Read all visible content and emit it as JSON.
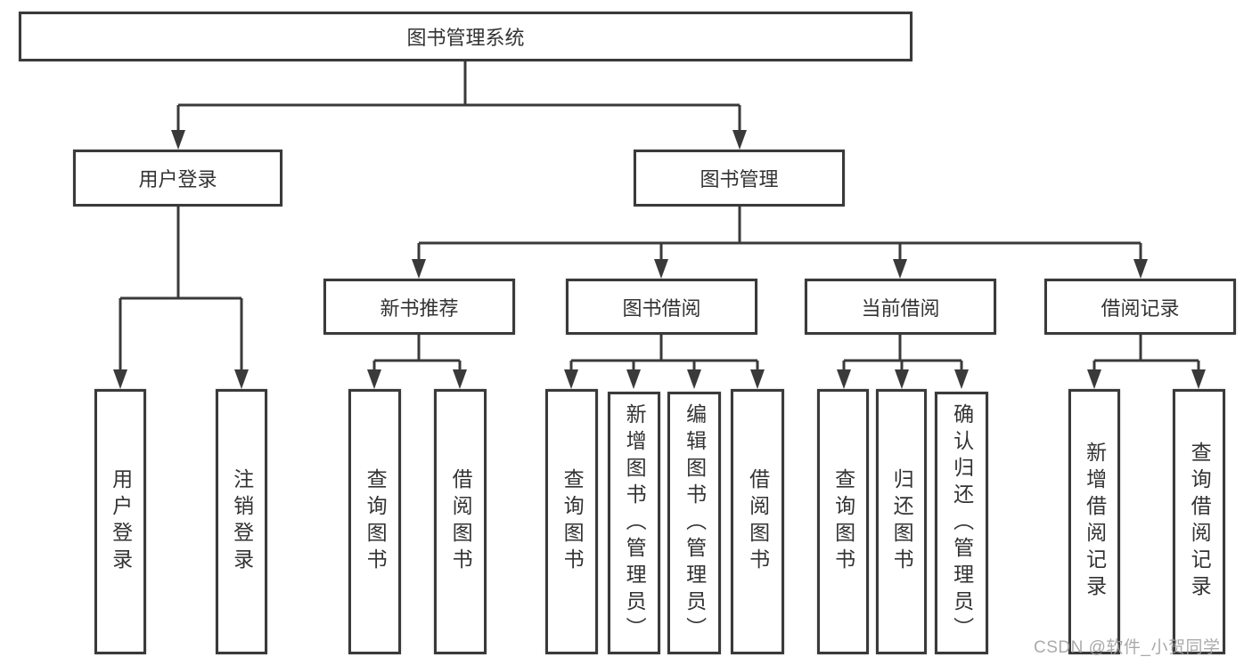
{
  "diagram": {
    "root": {
      "label": "图书管理系统"
    },
    "level2": [
      {
        "id": "user-login",
        "label": "用户登录"
      },
      {
        "id": "book-management",
        "label": "图书管理"
      }
    ],
    "level3": [
      {
        "id": "new-book-recommend",
        "label": "新书推荐"
      },
      {
        "id": "book-borrow",
        "label": "图书借阅"
      },
      {
        "id": "current-borrow",
        "label": "当前借阅"
      },
      {
        "id": "borrow-record",
        "label": "借阅记录"
      }
    ],
    "leaves": [
      {
        "id": "leaf-user-login",
        "parent": "user-login",
        "label": "用户登录"
      },
      {
        "id": "leaf-logout",
        "parent": "user-login",
        "label": "注销登录"
      },
      {
        "id": "leaf-query-book-1",
        "parent": "new-book-recommend",
        "label": "查询图书"
      },
      {
        "id": "leaf-borrow-book-1",
        "parent": "new-book-recommend",
        "label": "借阅图书"
      },
      {
        "id": "leaf-query-book-2",
        "parent": "book-borrow",
        "label": "查询图书"
      },
      {
        "id": "leaf-add-book",
        "parent": "book-borrow",
        "label": "新增图书（管理员）"
      },
      {
        "id": "leaf-edit-book",
        "parent": "book-borrow",
        "label": "编辑图书（管理员）"
      },
      {
        "id": "leaf-borrow-book-2",
        "parent": "book-borrow",
        "label": "借阅图书"
      },
      {
        "id": "leaf-query-book-3",
        "parent": "current-borrow",
        "label": "查询图书"
      },
      {
        "id": "leaf-return-book",
        "parent": "current-borrow",
        "label": "归还图书"
      },
      {
        "id": "leaf-confirm-return",
        "parent": "current-borrow",
        "label": "确认归还（管理员）"
      },
      {
        "id": "leaf-add-borrow-record",
        "parent": "borrow-record",
        "label": "新增借阅记录"
      },
      {
        "id": "leaf-query-borrow-record",
        "parent": "borrow-record",
        "label": "查询借阅记录"
      }
    ]
  },
  "watermark": {
    "text": "CSDN @软件_小贺同学"
  },
  "colors": {
    "line": "#3a3a3a",
    "text": "#333333",
    "background": "#ffffff",
    "watermark": "#9e9e9e"
  }
}
